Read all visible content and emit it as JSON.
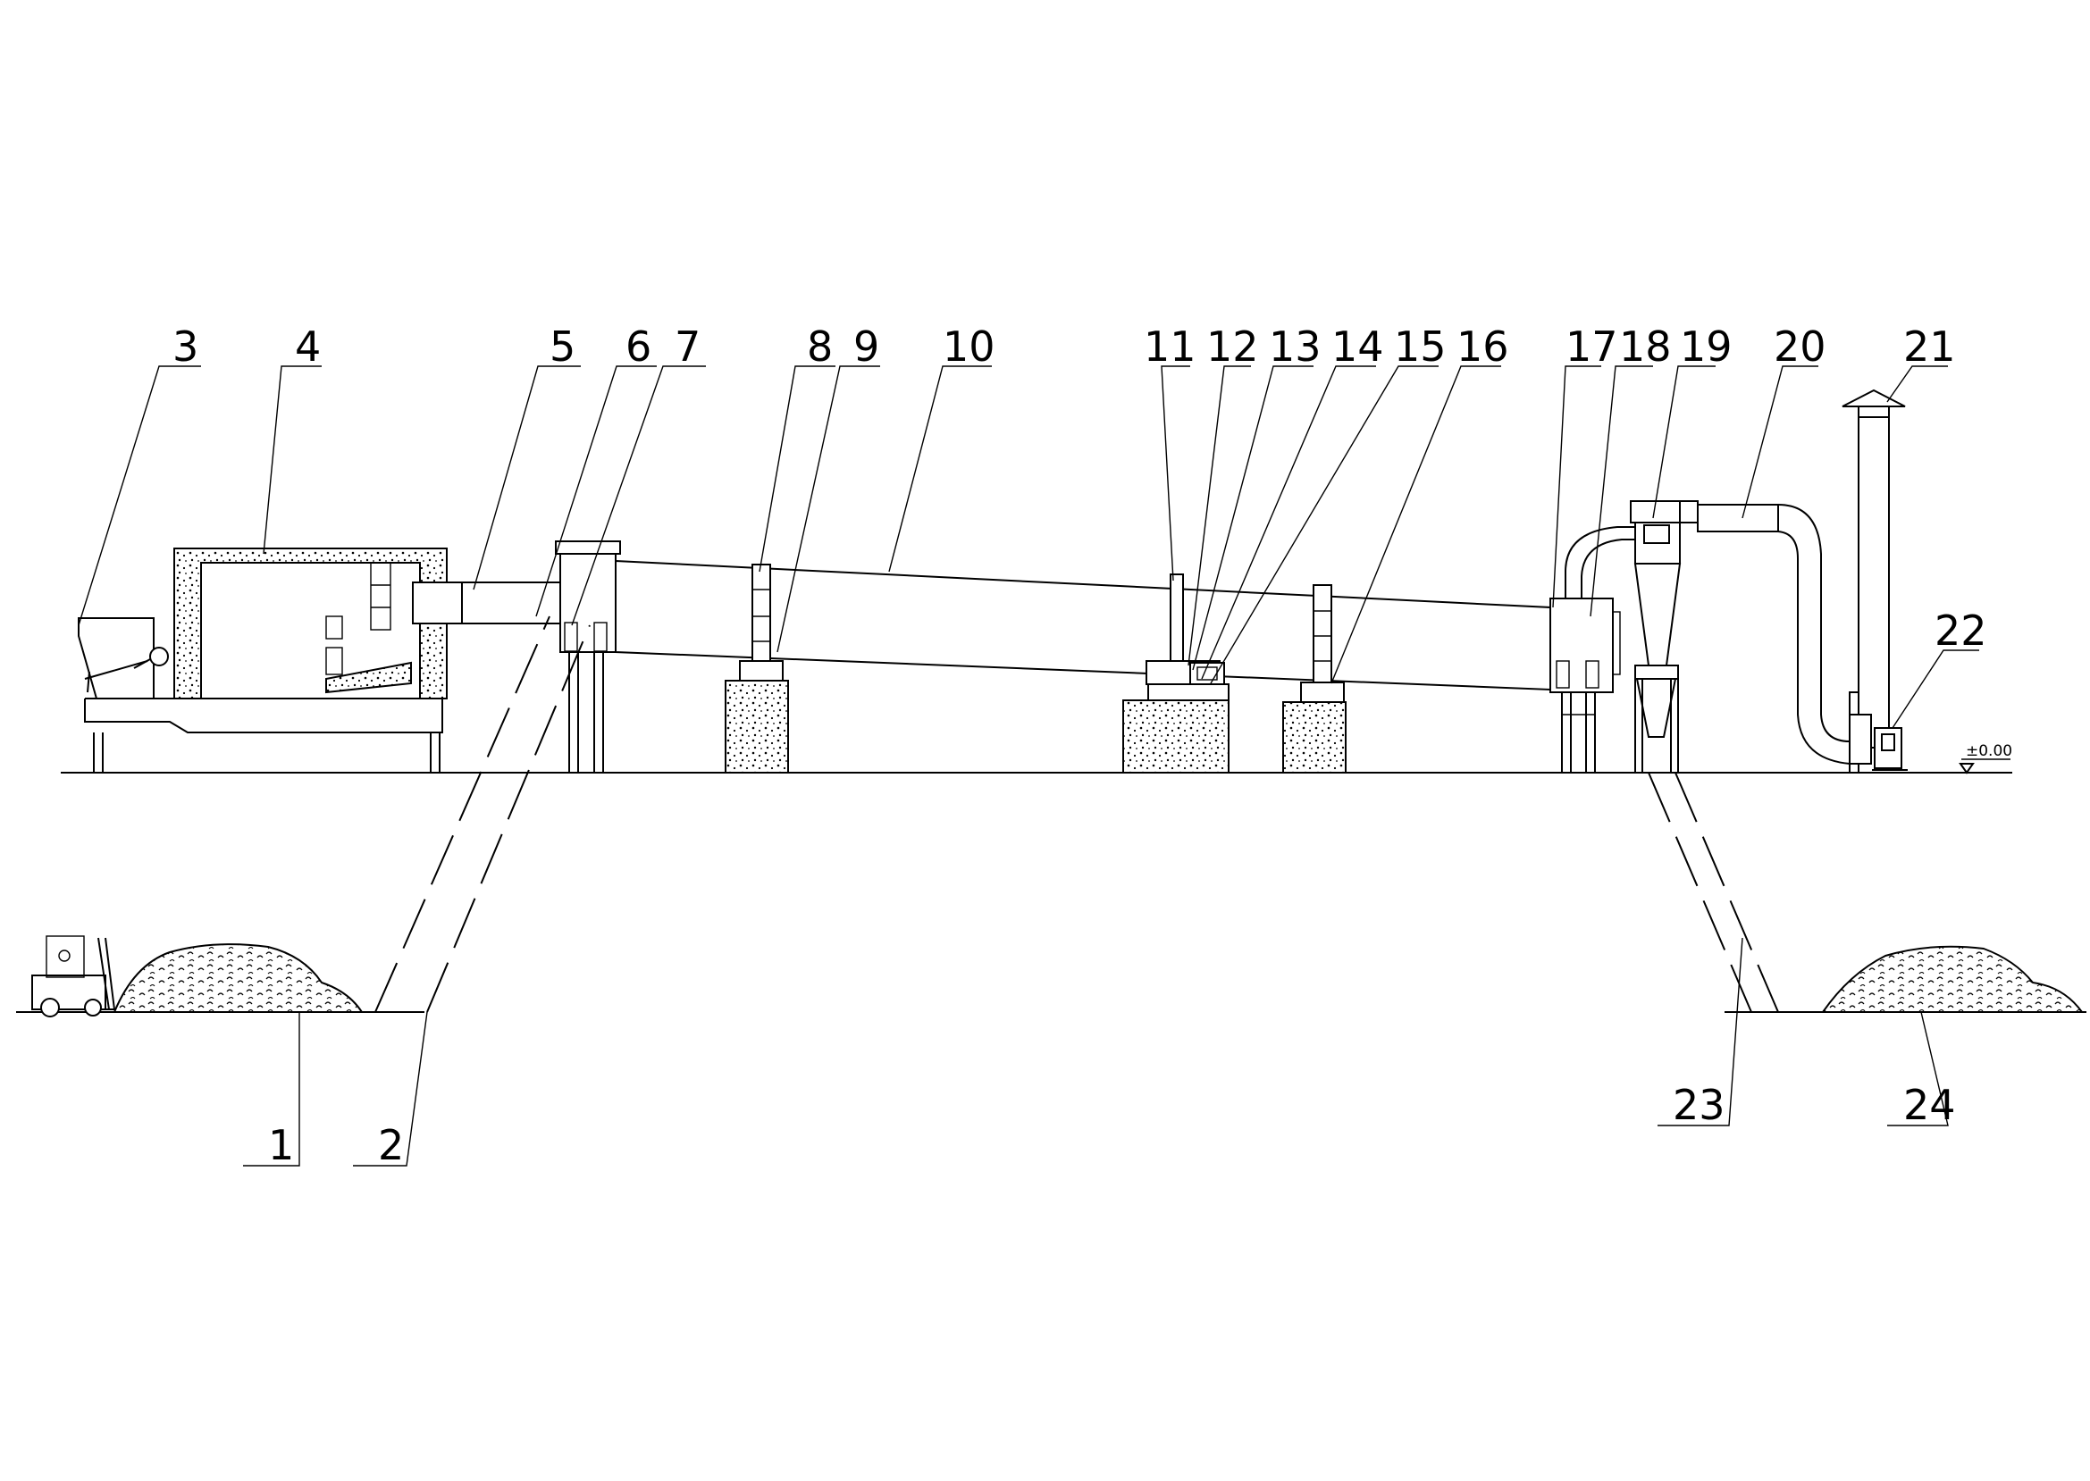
{
  "drawing": {
    "callouts": [
      {
        "id": "1",
        "text": "1"
      },
      {
        "id": "2",
        "text": "2"
      },
      {
        "id": "3",
        "text": "3"
      },
      {
        "id": "4",
        "text": "4"
      },
      {
        "id": "5",
        "text": "5"
      },
      {
        "id": "6",
        "text": "6"
      },
      {
        "id": "7",
        "text": "7"
      },
      {
        "id": "8",
        "text": "8"
      },
      {
        "id": "9",
        "text": "9"
      },
      {
        "id": "10",
        "text": "10"
      },
      {
        "id": "11",
        "text": "11"
      },
      {
        "id": "12",
        "text": "12"
      },
      {
        "id": "13",
        "text": "13"
      },
      {
        "id": "14",
        "text": "14"
      },
      {
        "id": "15",
        "text": "15"
      },
      {
        "id": "16",
        "text": "16"
      },
      {
        "id": "17",
        "text": "17"
      },
      {
        "id": "18",
        "text": "18"
      },
      {
        "id": "19",
        "text": "19"
      },
      {
        "id": "20",
        "text": "20"
      },
      {
        "id": "21",
        "text": "21"
      },
      {
        "id": "22",
        "text": "22"
      },
      {
        "id": "23",
        "text": "23"
      },
      {
        "id": "24",
        "text": "24"
      }
    ],
    "elevation_mark": "±0.00"
  }
}
